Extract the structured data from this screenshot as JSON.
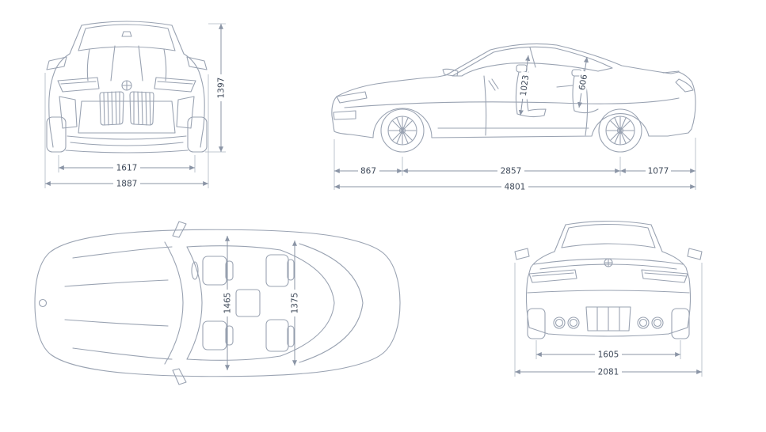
{
  "page": {
    "background": "#ffffff"
  },
  "colors": {
    "car_line": "#9aa3b2",
    "dim_line": "#8b95a6",
    "dim_text": "#3f4a5a"
  },
  "views": {
    "front": {
      "name": "front view",
      "dims": {
        "overall_height": "1397",
        "track_front": "1617",
        "overall_width": "1887"
      }
    },
    "side": {
      "name": "side view",
      "dims": {
        "front_overhang": "867",
        "wheelbase": "2857",
        "rear_overhang": "1077",
        "overall_length": "4801",
        "interior_height_front": "1023",
        "interior_height_rear": "606"
      }
    },
    "top": {
      "name": "top view",
      "dims": {
        "shoulder_width_front": "1465",
        "shoulder_width_rear": "1375"
      }
    },
    "rear": {
      "name": "rear view",
      "dims": {
        "track_rear": "1605",
        "width_incl_mirrors": "2081"
      }
    }
  }
}
